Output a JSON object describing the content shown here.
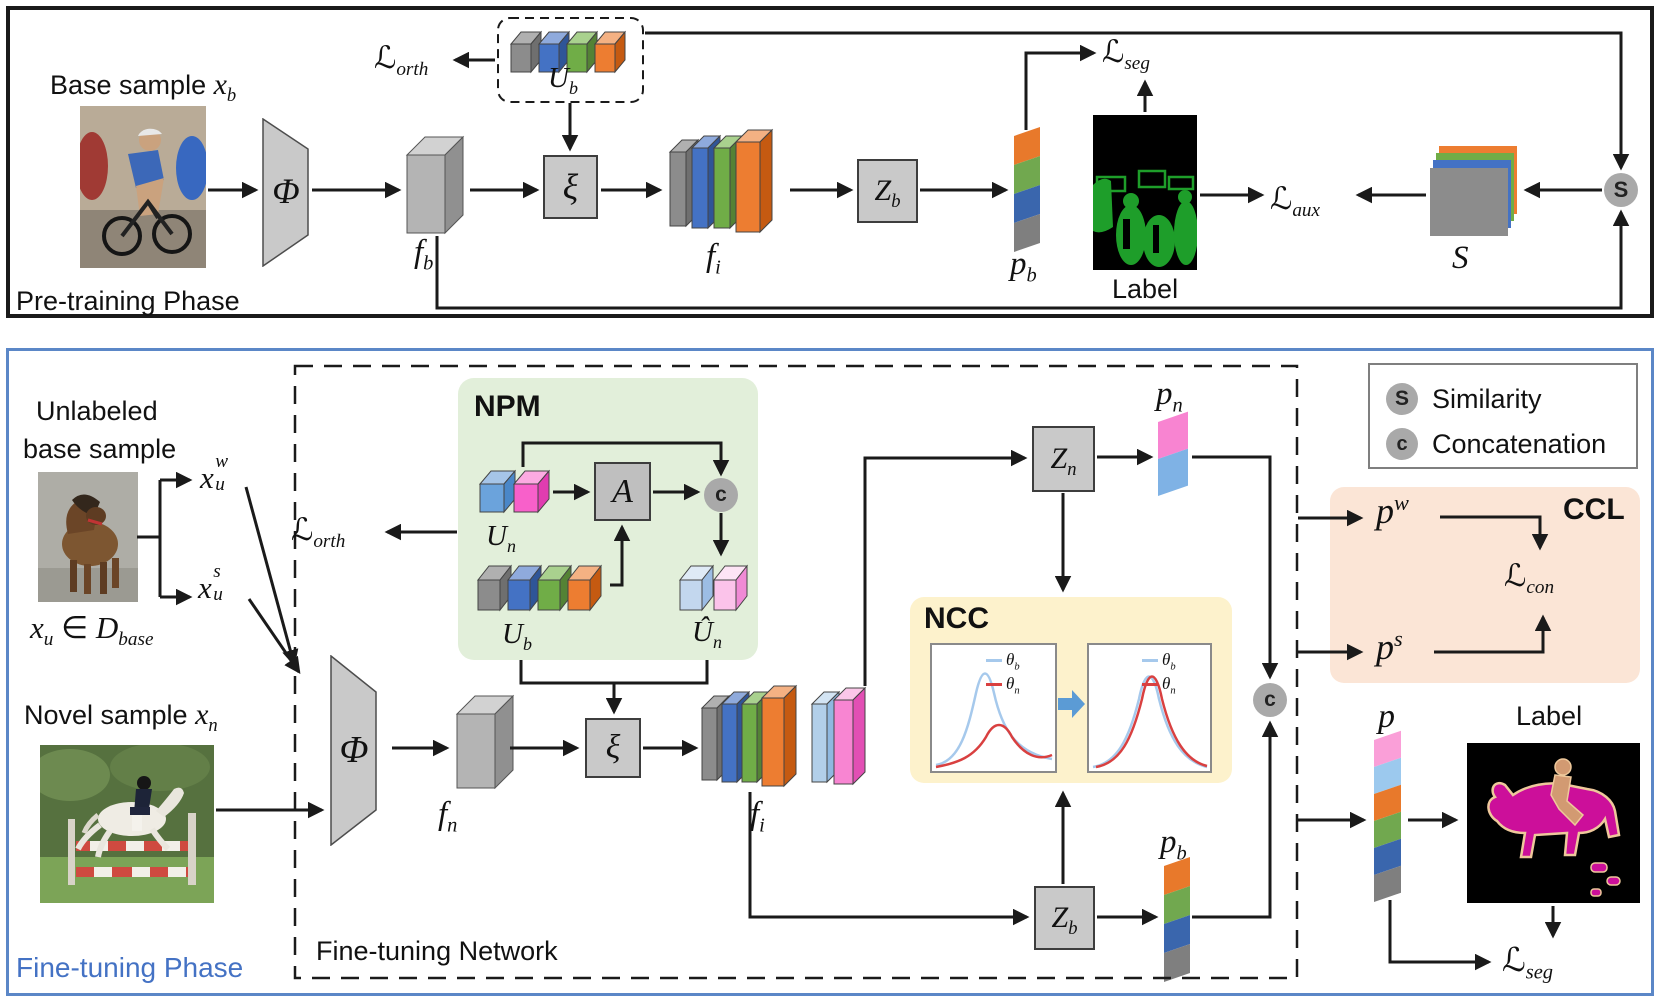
{
  "colors": {
    "orange": "#ED7D31",
    "green": "#70AD47",
    "blue": "#4472C4",
    "gray": "#808080",
    "pink": "#F56FC8",
    "light_blue": "#9DC3E6",
    "npm_bg": "#E2EFDA",
    "ncc_bg": "#FDF2CC",
    "ccl_bg": "#FBE5D6",
    "phase_label_blue": "#4472C4",
    "frame_blue": "#5B87C7",
    "mask_green": "#1E9E2A",
    "mask_magenta": "#CC0F9A"
  },
  "pretrain": {
    "title": "Pre-training Phase",
    "base_sample": {
      "text": "Base sample ",
      "var": "x",
      "sub": "b"
    },
    "loss_orth": {
      "base": "ℒ",
      "sub": "orth"
    },
    "u_b": {
      "base": "U",
      "sub": "b"
    },
    "phi": "Φ",
    "xi": "ξ",
    "f_b": {
      "base": "f",
      "sub": "b"
    },
    "f_i": {
      "base": "f",
      "sub": "i"
    },
    "z_b": {
      "base": "Z",
      "sub": "b"
    },
    "p_b": {
      "base": "p",
      "sub": "b"
    },
    "loss_seg": {
      "base": "ℒ",
      "sub": "seg"
    },
    "label_caption": "Label",
    "loss_aux": {
      "base": "ℒ",
      "sub": "aux"
    },
    "s_maps": "S",
    "s_node": "S"
  },
  "finetune": {
    "title": "Fine-tuning Phase",
    "network_label": "Fine-tuning Network",
    "unlabeled_line1": "Unlabeled",
    "unlabeled_line2": "base sample",
    "x_u_w": {
      "base": "x",
      "sub": "u",
      "sup": "w"
    },
    "x_u_s": {
      "base": "x",
      "sub": "u",
      "sup": "s"
    },
    "membership": {
      "base": "x",
      "sub": "u",
      "op": "∈",
      "set": "D",
      "set_sub": "base"
    },
    "novel_sample": {
      "text": "Novel sample ",
      "var": "x",
      "sub": "n"
    },
    "npm": {
      "title": "NPM",
      "u_n": {
        "base": "U",
        "sub": "n"
      },
      "attention": "A",
      "concat": "c",
      "u_b": {
        "base": "U",
        "sub": "b"
      },
      "u_n_hat": {
        "base": "Û",
        "sub": "n"
      }
    },
    "loss_orth": {
      "base": "ℒ",
      "sub": "orth"
    },
    "phi": "Φ",
    "xi": "ξ",
    "f_n": {
      "base": "f",
      "sub": "n"
    },
    "f_i": {
      "base": "f",
      "sub": "i"
    },
    "z_n": {
      "base": "Z",
      "sub": "n"
    },
    "p_n": {
      "base": "p",
      "sub": "n"
    },
    "z_b": {
      "base": "Z",
      "sub": "b"
    },
    "p_b": {
      "base": "p",
      "sub": "b"
    },
    "ncc": {
      "title": "NCC",
      "theta_b": {
        "base": "θ",
        "sub": "b"
      },
      "theta_n": {
        "base": "θ",
        "sub": "n"
      }
    },
    "concat_node": "c",
    "legend": {
      "s": "S",
      "similarity": "Similarity",
      "c": "c",
      "concatenation": "Concatenation"
    },
    "ccl": {
      "title": "CCL",
      "p_w": {
        "base": "p",
        "sup": "w"
      },
      "p_s": {
        "base": "p",
        "sup": "s"
      },
      "loss_con": {
        "base": "ℒ",
        "sub": "con"
      }
    },
    "p": "p",
    "label_caption": "Label",
    "loss_seg": {
      "base": "ℒ",
      "sub": "seg"
    }
  }
}
